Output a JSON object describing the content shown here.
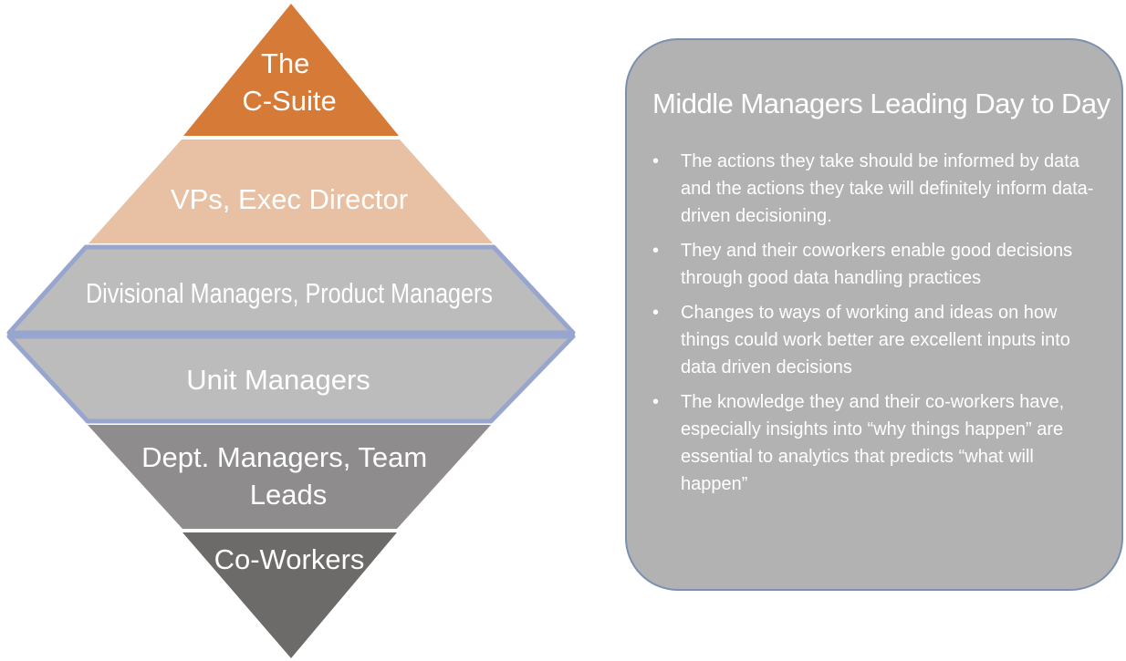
{
  "pyramid": {
    "tiers": [
      {
        "label_lines": [
          "The",
          "C-Suite"
        ],
        "color": "#d67a38"
      },
      {
        "label_lines": [
          "VPs, Exec Director"
        ],
        "color": "#e8c0a3"
      },
      {
        "label_lines": [
          "Divisional Managers, Product Managers"
        ],
        "color": "#bcbcbc",
        "highlight": true
      },
      {
        "label_lines": [
          "Unit Managers"
        ],
        "color": "#bcbcbc",
        "highlight": true
      },
      {
        "label_lines": [
          "Dept. Managers, Team",
          "Leads"
        ],
        "color": "#8e8c8c"
      },
      {
        "label_lines": [
          "Co-Workers"
        ],
        "color": "#6d6a6a"
      }
    ],
    "highlight_border_color": "#98a6cf"
  },
  "panel": {
    "title": "Middle Managers Leading Day to Day",
    "bullet_symbol": "•",
    "bullets": [
      "The actions they take should be informed by data and the actions they take will definitely inform data-driven decisioning.",
      "They and their coworkers enable good decisions through good data handling practices",
      "Changes to ways of working and ideas on how things could work better are excellent inputs into data driven decisions",
      "The knowledge they and their co-workers have, especially insights into “why things happen” are essential to analytics that predicts “what will happen”"
    ]
  }
}
